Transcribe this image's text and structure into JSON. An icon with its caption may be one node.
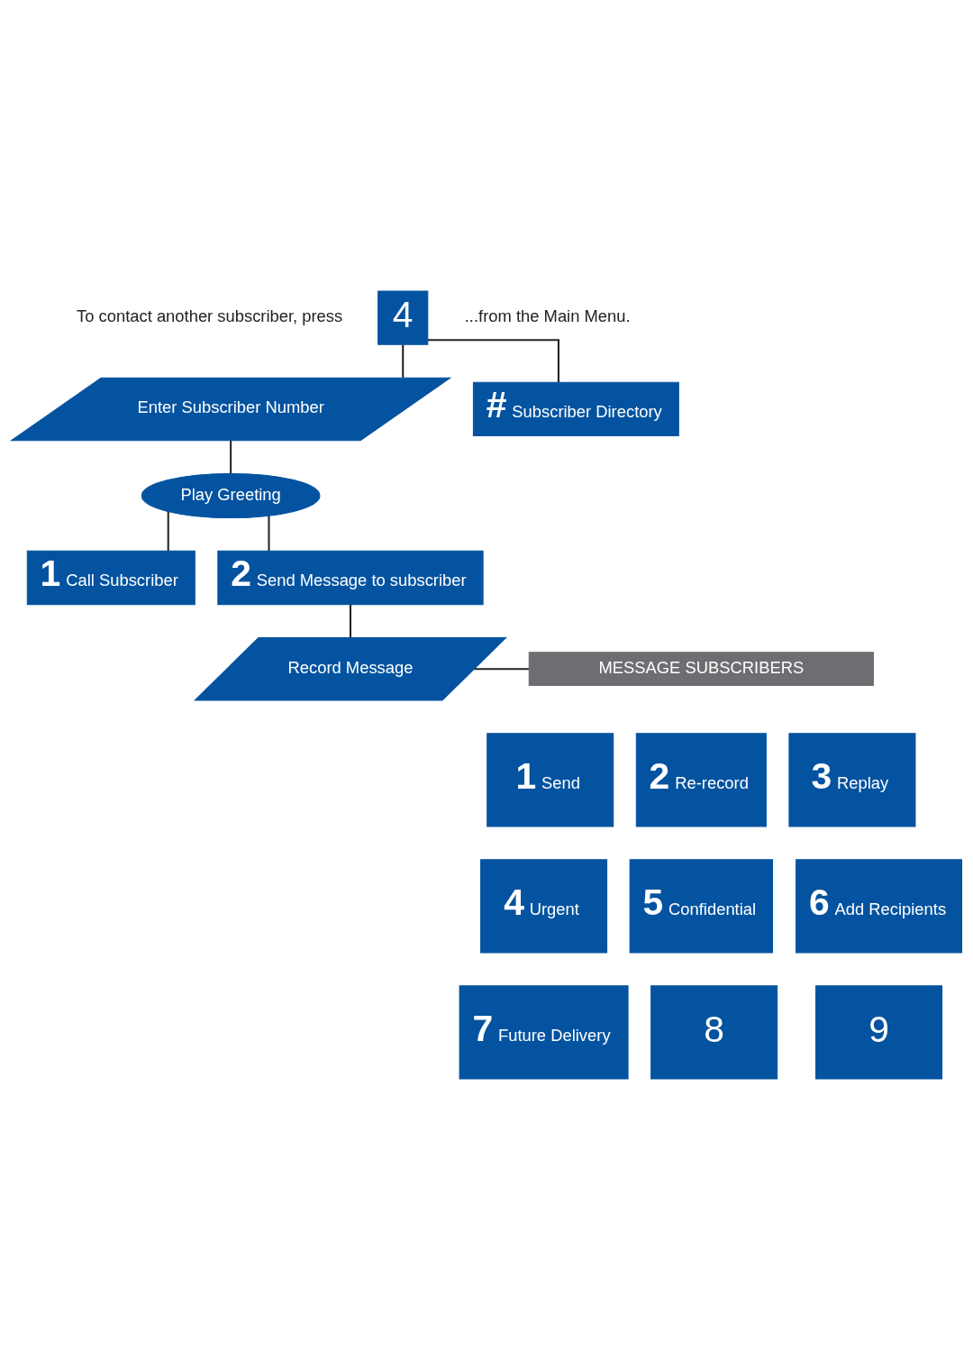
{
  "diagram": {
    "nodes": [
      {
        "text": [
          "4"
        ]
      },
      {
        "text": [
          "Enter Subscriber Number"
        ]
      },
      {
        "text": [
          "#",
          "Subscriber Directory"
        ]
      },
      {
        "text": [
          "Play Greeting"
        ]
      },
      {
        "text": [
          "1",
          "Call Subscriber"
        ]
      },
      {
        "text": [
          "2",
          "Send Message to subscriber"
        ]
      },
      {
        "text": [
          "Record Message"
        ]
      },
      {
        "text": [
          "MESSAGE SUBSCRIBERS"
        ]
      },
      {
        "text": [
          "1",
          "Send"
        ]
      },
      {
        "text": [
          "2",
          "Re-record"
        ]
      },
      {
        "text": [
          "3",
          "Replay"
        ]
      },
      {
        "text": [
          "4",
          "Urgent"
        ]
      },
      {
        "text": [
          "5",
          "Confidential"
        ]
      },
      {
        "text": [
          "6",
          "Add Recipients"
        ]
      },
      {
        "text": [
          "7",
          "Future Delivery"
        ]
      },
      {
        "text": [
          "8"
        ]
      },
      {
        "text": [
          "9"
        ]
      }
    ],
    "edges": [
      {
        "from": 0,
        "to": 1,
        "arrow": "none"
      },
      {
        "from": 0,
        "to": 2,
        "arrow": "none"
      },
      {
        "from": 1,
        "to": 3,
        "arrow": "none"
      },
      {
        "from": 3,
        "to": 4,
        "arrow": "none"
      },
      {
        "from": 3,
        "to": 5,
        "arrow": "none"
      },
      {
        "from": 5,
        "to": 6,
        "arrow": "none"
      },
      {
        "from": 6,
        "to": 7,
        "arrow": "none"
      }
    ],
    "labels": [
      "To contact another subscriber, press",
      "...from the Main Menu."
    ]
  }
}
